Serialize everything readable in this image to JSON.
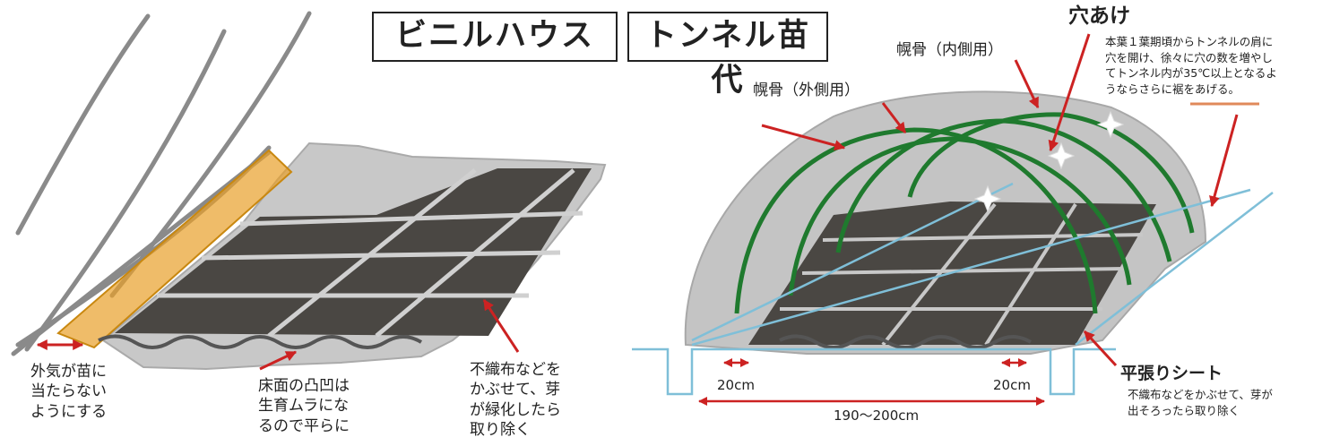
{
  "titles": {
    "house": "ビニルハウス",
    "tunnel": "トンネル苗代"
  },
  "left": {
    "outside_air_note": [
      "外気が苗に",
      "当たらない",
      "ようにする"
    ],
    "floor_note": [
      "床面の凸凹は",
      "生育ムラにな",
      "るので平らに"
    ],
    "cover_note": [
      "不織布などを",
      "かぶせて、芽",
      "が緑化したら",
      "取り除く"
    ]
  },
  "right": {
    "hole_title": "穴あけ",
    "hole_note": [
      "本葉１葉期頃からトンネルの肩に",
      "穴を開け、徐々に穴の数を増やし",
      "てトンネル内が35℃以上となるよ",
      "うならさらに裾をあげる。"
    ],
    "frame_inner": "幌骨（内側用）",
    "frame_outer": "幌骨（外側用）",
    "flat_sheet_title": "平張りシート",
    "flat_sheet_note": [
      "不織布などをかぶせて、芽が",
      "出そろったら取り除く"
    ],
    "dim_margin_left": "20cm",
    "dim_margin_right": "20cm",
    "dim_width": "190～200cm"
  },
  "colors": {
    "arrow": "#cc2222",
    "frame": "#1f7a2e",
    "film": "#bcbcbc",
    "tray": "#4a4743",
    "orange": "#e8a02a",
    "water_line": "#7fbfd8"
  }
}
